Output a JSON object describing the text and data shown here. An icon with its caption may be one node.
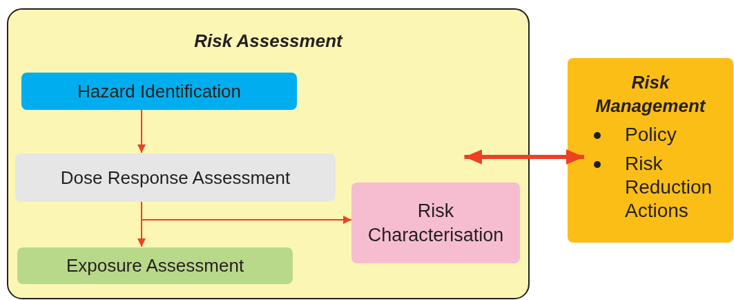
{
  "diagram": {
    "nodes": [
      {
        "text": [
          "Risk Assessment"
        ]
      },
      {
        "text": [
          "Hazard Identification"
        ],
        "in": 0
      },
      {
        "text": [
          "Dose Response Assessment"
        ],
        "in": 0
      },
      {
        "text": [
          "Exposure Assessment"
        ],
        "in": 0
      },
      {
        "text": [
          "Risk Characterisation"
        ],
        "in": 0
      },
      {
        "text": [
          "Risk Management",
          "Policy",
          "Risk Reduction Actions"
        ]
      }
    ],
    "edges": [
      {
        "from": 1,
        "to": 2,
        "arrow": "to"
      },
      {
        "from": 2,
        "to": 3,
        "arrow": "to"
      },
      {
        "from": 2,
        "to": 4,
        "arrow": "to"
      },
      {
        "from": 4,
        "to": 5,
        "arrow": "both",
        "style": "thick"
      }
    ]
  }
}
